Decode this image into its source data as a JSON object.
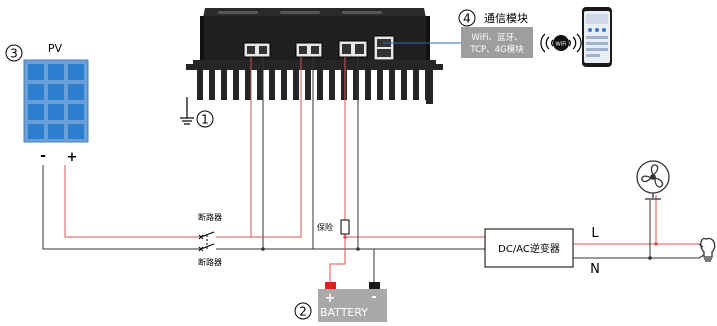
{
  "labels": {
    "pv": "PV",
    "pv_minus": "-",
    "pv_plus": "+",
    "num_1": "1",
    "num_2": "2",
    "num_3": "3",
    "num_4": "4",
    "comm_module_title": "通信模块",
    "comm_box_line1": "WiFi、蓝牙、",
    "comm_box_line2": "TCP、4G模块",
    "wifi_badge": "WiFi",
    "breaker_top": "断路器",
    "breaker_bottom": "断路器",
    "fuse": "保险",
    "battery_plus": "+",
    "battery_minus": "-",
    "battery": "BATTERY",
    "inverter": "DC/AC逆变器",
    "line_l": "L",
    "line_n": "N"
  },
  "colors": {
    "positive_wire": "#d9534f",
    "negative_wire": "#333333",
    "comm_wire": "#2f67c8",
    "comm_box": "#9e9e9e",
    "battery_body": "#a9a9a9",
    "battery_plus_terminal": "#e02020",
    "battery_minus_terminal": "#1a1a1a",
    "panel_cell": "#2f7fd0",
    "panel_frame": "#5a8fc8",
    "controller": "#1f1f1f"
  },
  "icons": [
    "wifi-signal-icon",
    "smartphone-icon",
    "fan-icon",
    "light-bulb-icon",
    "ground-icon",
    "solar-panel-icon"
  ]
}
